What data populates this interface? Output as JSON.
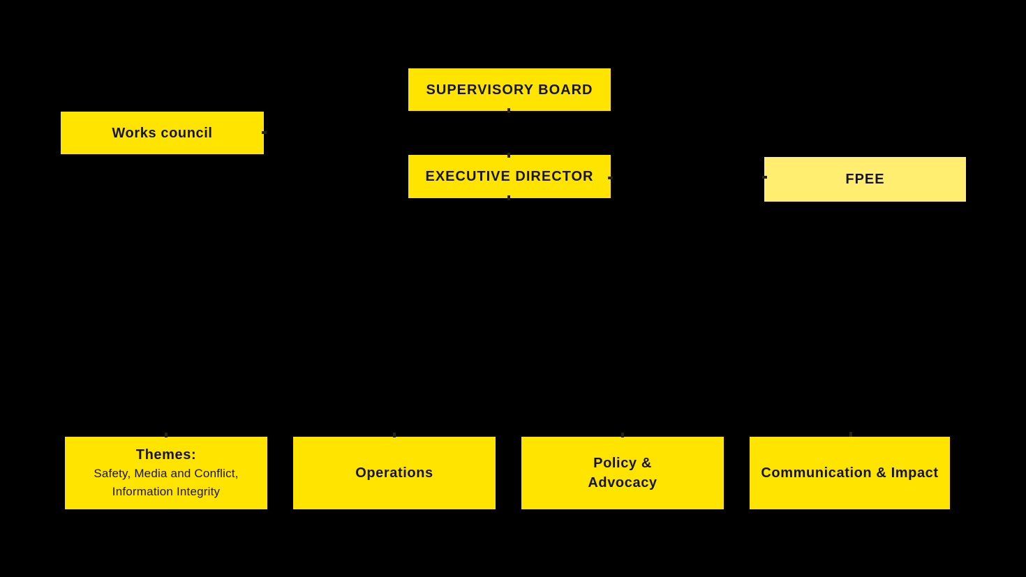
{
  "canvas": {
    "background_color": "#000000"
  },
  "colors": {
    "box_yellow": "#FFE400",
    "box_light_yellow": "#FFEE70",
    "text_dark": "#171512",
    "connector_black": "#000000"
  },
  "boxes": {
    "supervisory_board": {
      "label": "SUPERVISORY BOARD"
    },
    "works_council": {
      "label": "Works council"
    },
    "executive_director": {
      "label": "EXECUTIVE DIRECTOR"
    },
    "fpee": {
      "label": "FPEE"
    },
    "themes": {
      "title": "Themes:",
      "line1": "Safety, Media and Conflict,",
      "line2": "Information Integrity"
    },
    "operations": {
      "label": "Operations"
    },
    "policy_advocacy": {
      "line1": "Policy &",
      "line2": "Advocacy"
    },
    "communication_impact": {
      "label": "Communication & Impact"
    }
  }
}
